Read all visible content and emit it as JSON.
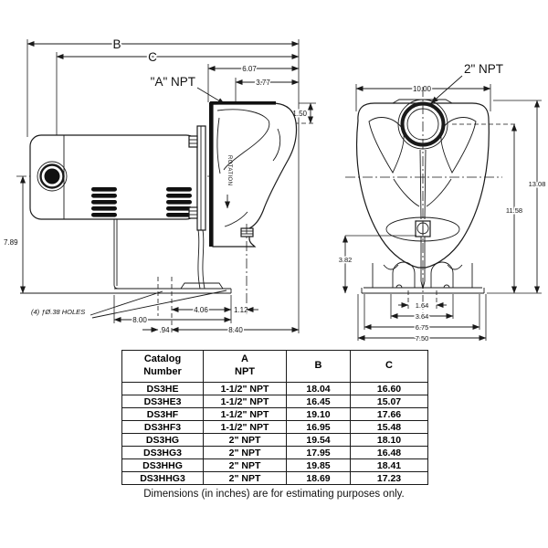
{
  "side_view": {
    "b_label": "B",
    "c_label": "C",
    "a_npt_label": "\"A\" NPT",
    "rotation_label": "ROTATION",
    "holes_label": "(4) ƒØ.38 HOLES",
    "dims": {
      "top_width": "6.07",
      "port_offset": "3.77",
      "port_height": "1.50",
      "center_height": "7.89",
      "base_to_edge": "4.06",
      "edge_overhang": "1.12",
      "bolt_span": "8.00",
      "bolt_offset": ".94",
      "overall_base": "8.40"
    }
  },
  "front_view": {
    "npt_label": "2\" NPT",
    "dims": {
      "width": "10.00",
      "overall_height": "13.08",
      "port_center_height": "11.58",
      "drain_height": "3.82",
      "slot_center": "1.64",
      "slot_span": "3.64",
      "base_span": "6.75",
      "base_width": "7.50"
    }
  },
  "table": {
    "headers": [
      {
        "line1": "Catalog",
        "line2": "Number"
      },
      {
        "line1": "A",
        "line2": "NPT"
      },
      {
        "line1": "B",
        "line2": ""
      },
      {
        "line1": "C",
        "line2": ""
      }
    ],
    "rows": [
      {
        "catalog": "DS3HE",
        "npt": "1-1/2\" NPT",
        "b": "18.04",
        "c": "16.60"
      },
      {
        "catalog": "DS3HE3",
        "npt": "1-1/2\" NPT",
        "b": "16.45",
        "c": "15.07"
      },
      {
        "catalog": "DS3HF",
        "npt": "1-1/2\" NPT",
        "b": "19.10",
        "c": "17.66"
      },
      {
        "catalog": "DS3HF3",
        "npt": "1-1/2\" NPT",
        "b": "16.95",
        "c": "15.48"
      },
      {
        "catalog": "DS3HG",
        "npt": "2\" NPT",
        "b": "19.54",
        "c": "18.10"
      },
      {
        "catalog": "DS3HG3",
        "npt": "2\" NPT",
        "b": "17.95",
        "c": "16.48"
      },
      {
        "catalog": "DS3HHG",
        "npt": "2\" NPT",
        "b": "19.85",
        "c": "18.41"
      },
      {
        "catalog": "DS3HHG3",
        "npt": "2\" NPT",
        "b": "18.69",
        "c": "17.23"
      }
    ]
  },
  "footer": "Dimensions (in inches) are for estimating purposes only.",
  "colors": {
    "line": "#1a1a1a",
    "background": "#ffffff"
  }
}
